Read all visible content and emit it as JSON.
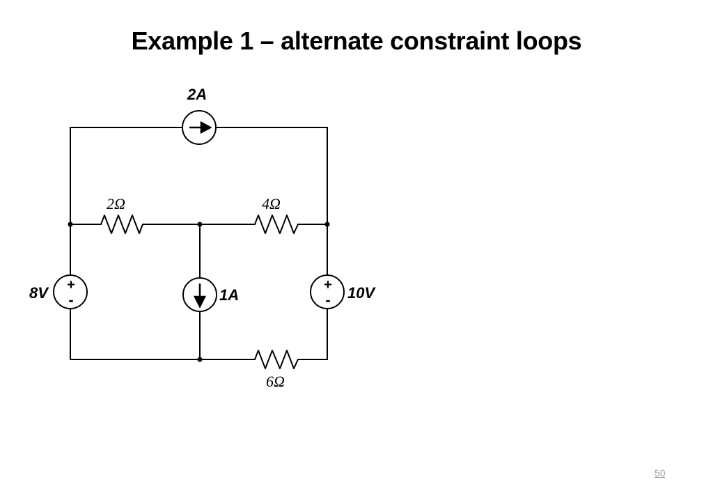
{
  "slide": {
    "title": "Example 1 – alternate constraint loops",
    "page_number": "50"
  },
  "circuit": {
    "current_source_top_label": "2A",
    "current_source_middle_label": "1A",
    "voltage_source_left_label": "8V",
    "voltage_source_right_label": "10V",
    "resistor_top_left_label": "2Ω",
    "resistor_top_right_label": "4Ω",
    "resistor_bottom_label": "6Ω",
    "plus_sign": "+",
    "minus_sign": "-",
    "line_color": "#000000"
  }
}
